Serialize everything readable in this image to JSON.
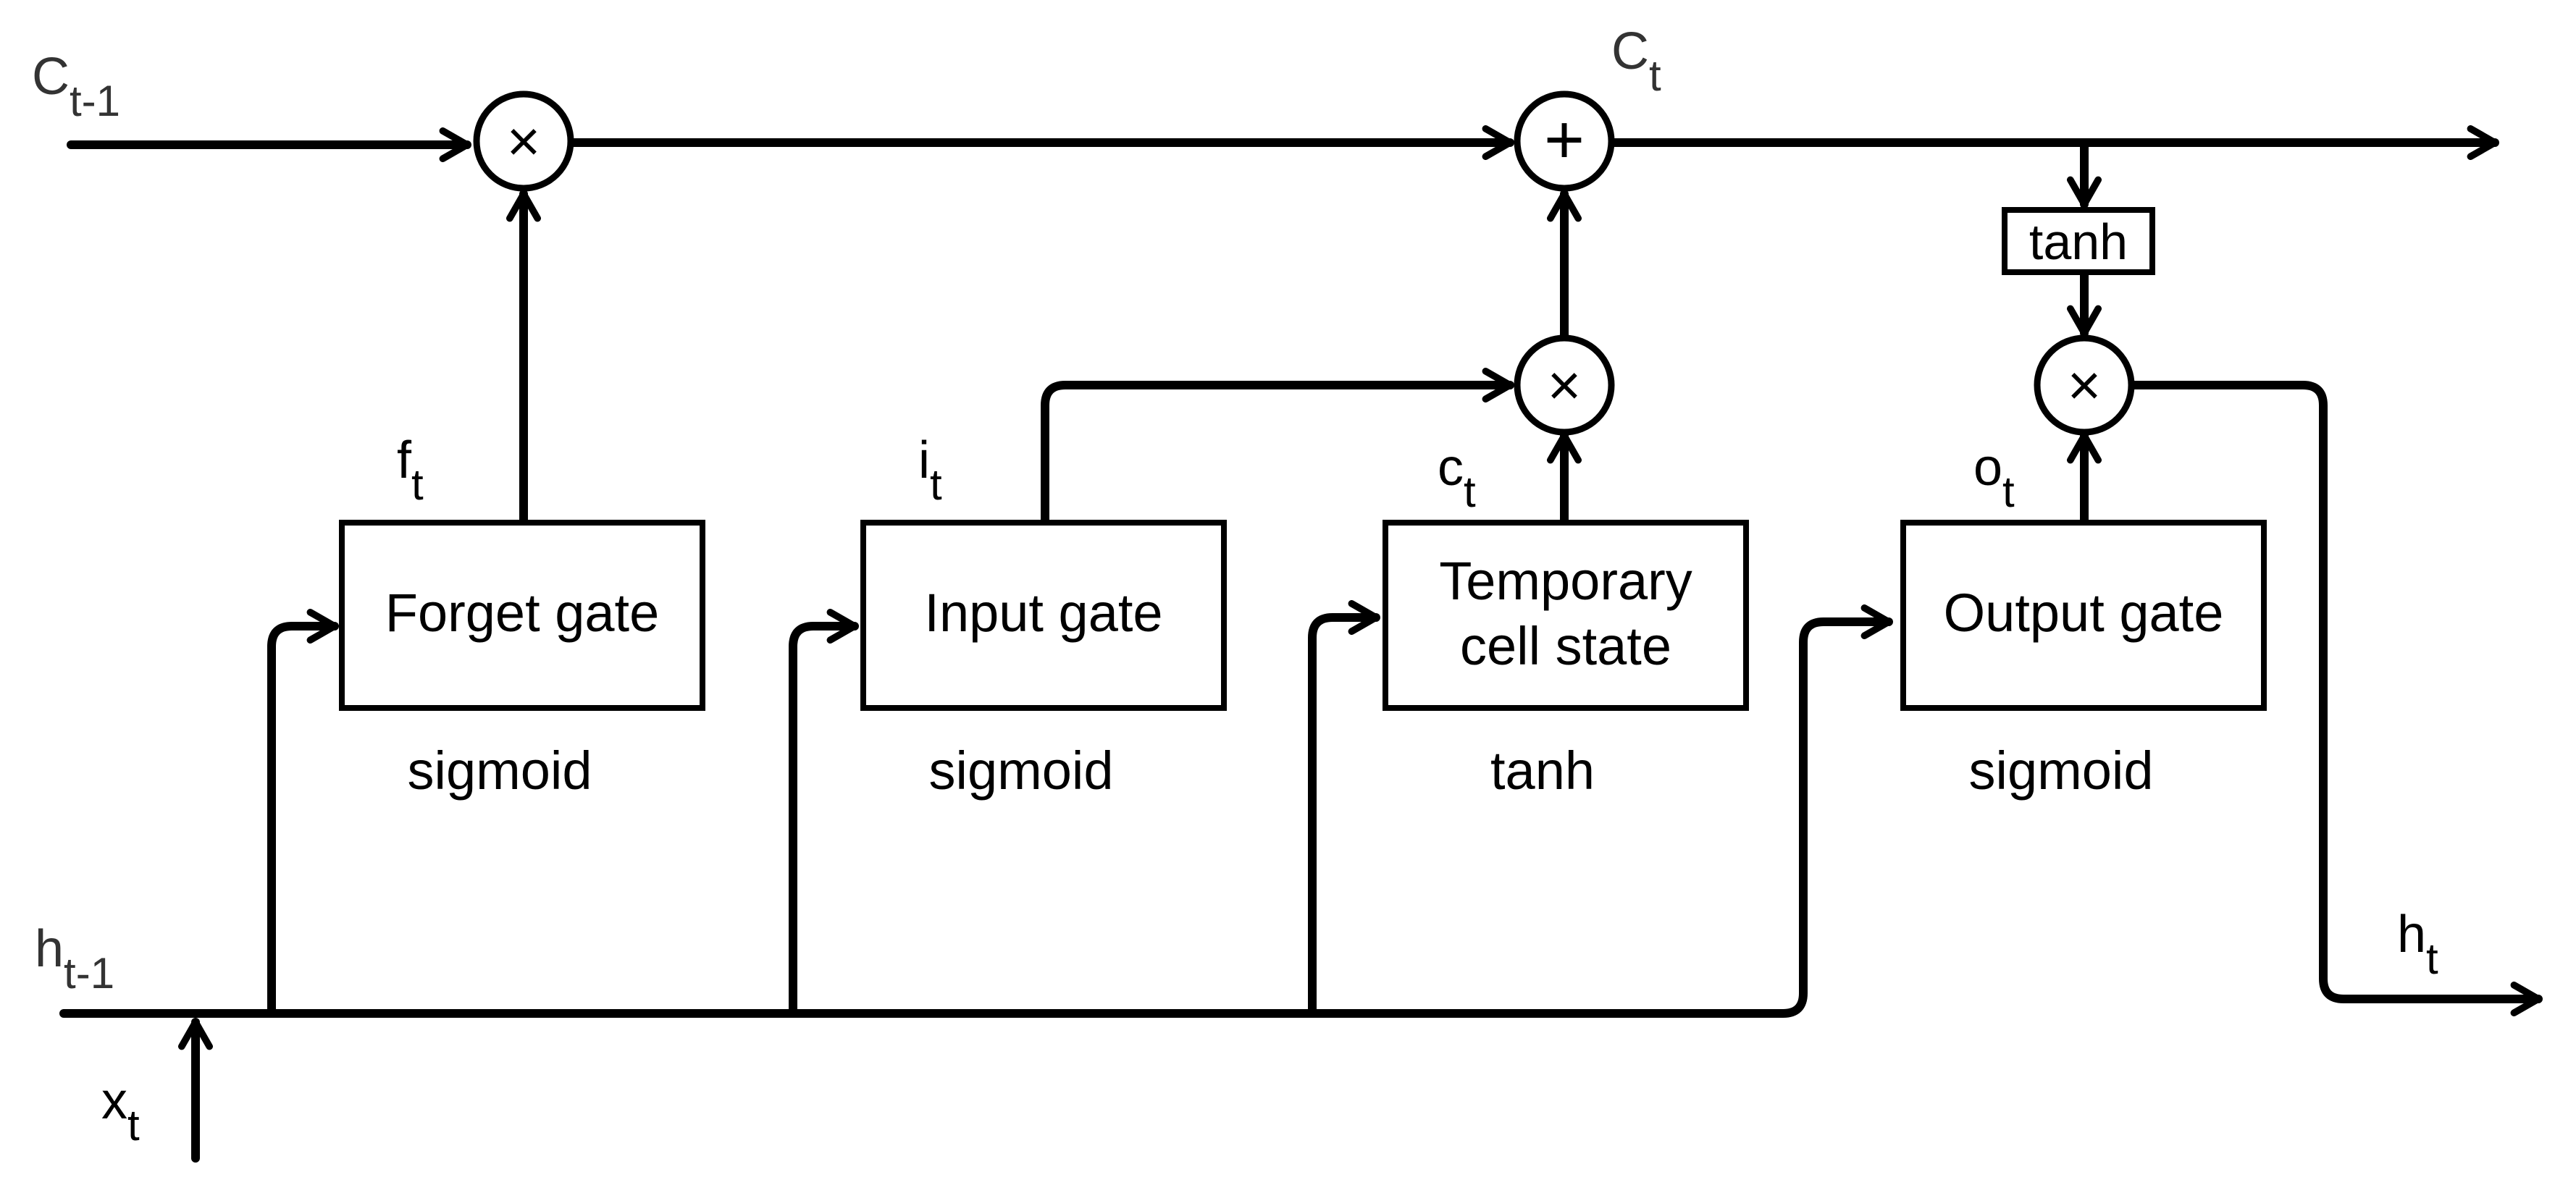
{
  "boxes": {
    "forget": {
      "label": "Forget gate",
      "activation": "sigmoid"
    },
    "input": {
      "label": "Input gate",
      "activation": "sigmoid"
    },
    "temp": {
      "label_line1": "Temporary",
      "label_line2": "cell state",
      "activation": "tanh"
    },
    "output": {
      "label": "Output gate",
      "activation": "sigmoid"
    },
    "tanh": {
      "label": "tanh"
    }
  },
  "variables": {
    "c_prev": {
      "base": "C",
      "sub": "t-1"
    },
    "c_t": {
      "base": "C",
      "sub": "t"
    },
    "h_prev": {
      "base": "h",
      "sub": "t-1"
    },
    "x_t": {
      "base": "x",
      "sub": "t"
    },
    "h_t": {
      "base": "h",
      "sub": "t"
    },
    "f_t": {
      "base": "f",
      "sub": "t"
    },
    "i_t": {
      "base": "i",
      "sub": "t"
    },
    "ctilde_t": {
      "base": "c",
      "sub": "t"
    },
    "o_t": {
      "base": "o",
      "sub": "t"
    }
  },
  "operators": {
    "mul": "×",
    "add": "+"
  }
}
